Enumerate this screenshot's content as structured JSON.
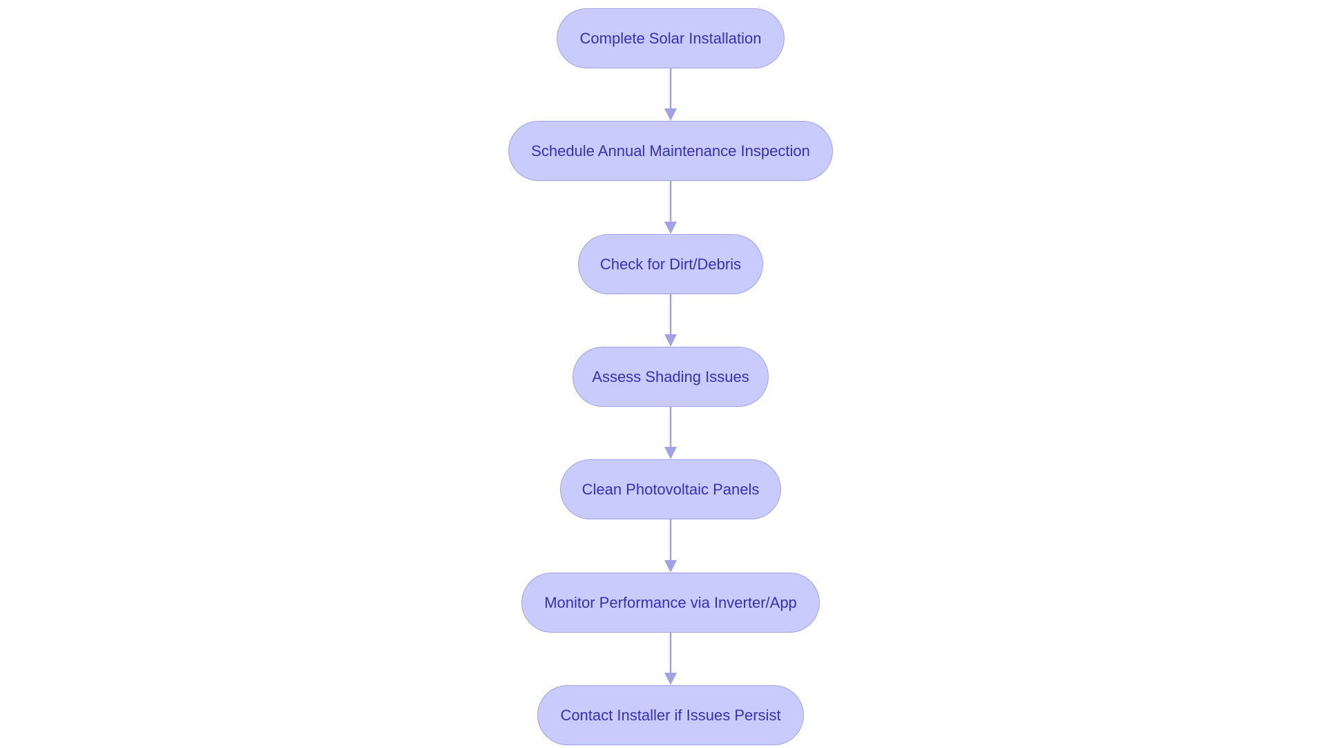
{
  "diagram": {
    "type": "flowchart",
    "direction": "top-to-bottom",
    "colors": {
      "node_fill": "#c9cbfd",
      "node_border": "#9fa3e6",
      "node_text": "#3530b8",
      "connector": "#9fa3e6"
    },
    "steps": [
      {
        "label": "Complete Solar Installation"
      },
      {
        "label": "Schedule Annual Maintenance Inspection"
      },
      {
        "label": "Check for Dirt/Debris"
      },
      {
        "label": "Assess Shading Issues"
      },
      {
        "label": "Clean Photovoltaic Panels"
      },
      {
        "label": "Monitor Performance via Inverter/App"
      },
      {
        "label": "Contact Installer if Issues Persist"
      }
    ],
    "edges": [
      {
        "from": 0,
        "to": 1
      },
      {
        "from": 1,
        "to": 2
      },
      {
        "from": 2,
        "to": 3
      },
      {
        "from": 3,
        "to": 4
      },
      {
        "from": 4,
        "to": 5
      },
      {
        "from": 5,
        "to": 6
      }
    ]
  }
}
